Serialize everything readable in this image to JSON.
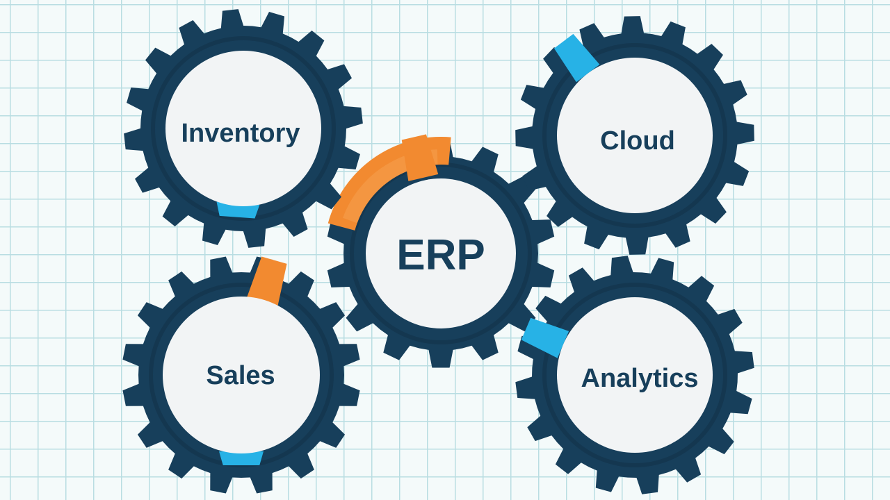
{
  "diagram": {
    "center": {
      "label": "ERP"
    },
    "modules": [
      {
        "label": "Inventory"
      },
      {
        "label": "Cloud"
      },
      {
        "label": "Sales"
      },
      {
        "label": "Analytics"
      }
    ]
  },
  "colors": {
    "background": "#f4fafa",
    "grid": "#b9dde2",
    "gear": "#173f5b",
    "gear_shade": "#143750",
    "face": "#f2f4f5",
    "label": "#173f5b",
    "orange": "#f28a30",
    "orange_light": "#f6a050",
    "blue": "#27b2e6"
  }
}
